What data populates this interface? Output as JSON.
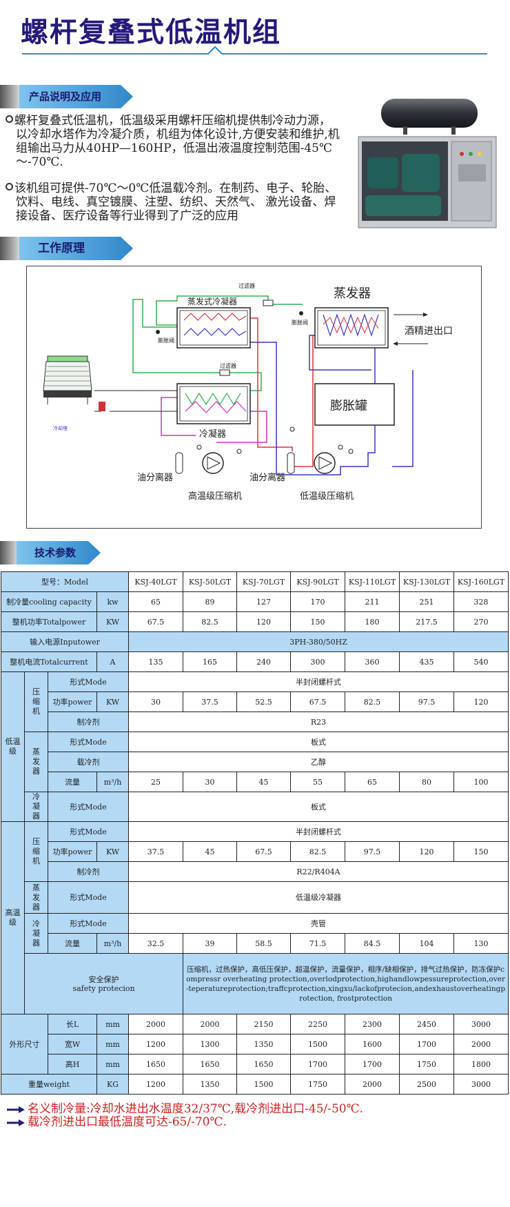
{
  "page_title": "螺杆复叠式低温机组",
  "sections": {
    "intro": "产品说明及应用",
    "principle": "工作原理",
    "specs": "技术参数"
  },
  "intro": {
    "p1": "螺杆复叠式低温机，低温级采用螺杆压缩机提供制冷动力源，以冷却水塔作为冷凝介质，机组为体化设计,方便安装和维护,机组输出马力从40HP—160HP，低温出液温度控制范围-45℃～-70℃.",
    "p2": "该机组可提供-70℃～0℃低温载冷剂。在制药、电子、轮胎、饮料、电线、真空镀膜、注塑、纺织、天然气、 激光设备、焊接设备、医疗设备等行业得到了广泛的应用"
  },
  "diagram": {
    "filter_top": "过滤器",
    "evap_cond": "蒸发式冷凝器",
    "evaporator": "蒸发器",
    "exp_valve_left": "膨胀阀",
    "exp_valve_right": "膨胀阀",
    "alcohol_port": "酒精进出口",
    "filter_mid": "过滤器",
    "tower": "冷却塔",
    "condenser": "冷凝器",
    "expansion_tank": "膨胀罐",
    "oil_sep_left": "油分离器",
    "oil_sep_right": "油分离器",
    "hi_compressor": "高温级压缩机",
    "lo_compressor": "低温级压缩机"
  },
  "table": {
    "model_label": "型号：Model",
    "models": [
      "KSJ-40LGT",
      "KSJ-50LGT",
      "KSJ-70LGT",
      "KSJ-90LGT",
      "KSJ-110LGT",
      "KSJ-130LGT",
      "KSJ-160LGT"
    ],
    "capacity_label": "制冷量cooling capacity",
    "capacity_unit": "kw",
    "capacity": [
      "65",
      "89",
      "127",
      "170",
      "211",
      "251",
      "328"
    ],
    "power_label": "整机功率Totalpower",
    "power_unit": "KW",
    "power": [
      "67.5",
      "82.5",
      "120",
      "150",
      "180",
      "217.5",
      "270"
    ],
    "input_label": "输入电源Inputower",
    "input_value": "3PH-380/50HZ",
    "current_label": "整机电流Totalcurrent",
    "current_unit": "A",
    "current": [
      "135",
      "165",
      "240",
      "300",
      "360",
      "435",
      "540"
    ],
    "low_stage": "低温级",
    "high_stage": "高温级",
    "compressor": "压缩机",
    "evaporator": "蒸发器",
    "condenser": "冷凝器",
    "mode": "形式Mode",
    "comp_power": "功率power",
    "kw": "KW",
    "refrigerant": "制冷剂",
    "carrier": "载冷剂",
    "flow": "流量",
    "flow_unit": "m³/h",
    "low_comp_mode": "半封闭螺杆式",
    "low_comp_power": [
      "30",
      "37.5",
      "52.5",
      "67.5",
      "82.5",
      "97.5",
      "120"
    ],
    "low_refrigerant": "R23",
    "low_evap_mode": "板式",
    "low_carrier": "乙醇",
    "low_flow": [
      "25",
      "30",
      "45",
      "55",
      "65",
      "80",
      "100"
    ],
    "low_cond_mode": "板式",
    "high_comp_mode": "半封闭螺杆式",
    "high_comp_power": [
      "37.5",
      "45",
      "67.5",
      "82.5",
      "97.5",
      "120",
      "150"
    ],
    "high_refrigerant": "R22/R404A",
    "high_evap_mode": "低温级冷凝器",
    "high_cond_mode": "壳管",
    "high_flow": [
      "32.5",
      "39",
      "58.5",
      "71.5",
      "84.5",
      "104",
      "130"
    ],
    "safety_label_cn": "安全保护",
    "safety_label_en": "safety protecion",
    "safety_text": "压缩机，过热保护，高低压保护，超温保护，流量保护，相序/缺相保护，排气过热保护，防冻保护compressr overheating protection,overlodprotection,highandlowpessureprotection,over-teperatureprotection;traffcprotection,xingxu/lackofprotecion,andexhaustoverheatingprotection, frostprotection",
    "dims_label": "外形尺寸",
    "length_label": "长L",
    "width_label": "宽W",
    "height_label": "高H",
    "mm": "mm",
    "length": [
      "2000",
      "2000",
      "2150",
      "2250",
      "2300",
      "2450",
      "3000"
    ],
    "width": [
      "1200",
      "1300",
      "1350",
      "1500",
      "1600",
      "1700",
      "2000"
    ],
    "height": [
      "1650",
      "1650",
      "1650",
      "1700",
      "1700",
      "1750",
      "1800"
    ],
    "weight_label": "重量weight",
    "weight_unit": "KG",
    "weight": [
      "1200",
      "1350",
      "1500",
      "1750",
      "2000",
      "2500",
      "3000"
    ]
  },
  "notes": {
    "n1": "名义制冷量:冷却水进出水温度32/37℃,载冷剂进出口-45/-50℃.",
    "n2": "载冷剂进出口最低温度可达-65/-70℃."
  },
  "colors": {
    "title": "#231a7a",
    "ribbon": "#2f88c9",
    "table_fill": "#b3d9f5",
    "note": "#d11f1f"
  }
}
